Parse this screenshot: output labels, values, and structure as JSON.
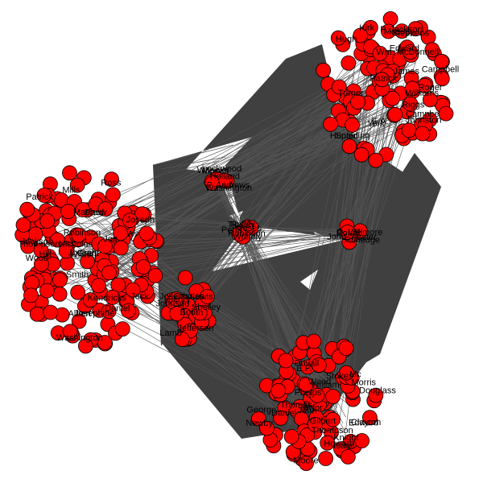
{
  "graph": {
    "edge_color": "#404040",
    "node_fill": "#ff0000",
    "node_stroke": "#000000",
    "background": "#ffffff",
    "clusters": [
      {
        "id": "west",
        "labels": [
          "Joseph",
          "Joseph",
          "Josephine",
          "W.",
          "Matthew",
          "Smith",
          "Jackson",
          "Washington",
          "Kendricks",
          "Wood",
          "Robinson",
          "Daniel",
          "Thompson",
          "Jack",
          "Field",
          "Wilson",
          "Hill",
          "Grant",
          "Patrick",
          "Albert",
          "Nicholas",
          "Joe",
          "Mills",
          "Ross"
        ]
      },
      {
        "id": "north-east",
        "labels": [
          "P. Jackson",
          "Wm. McDonnell",
          "Massey",
          "Edward",
          "E.A.",
          "James",
          "Roger",
          "Patrick",
          "Hugh",
          "Hunter",
          "Riggs",
          "Campbell",
          "Spalding",
          "Turner",
          "Williams",
          "Campbe",
          "York",
          "Kirk",
          "Stephens",
          "Johnston"
        ]
      },
      {
        "id": "south-east",
        "labels": [
          "John",
          "Morris",
          "Edward",
          "Howard",
          "Douglass",
          "Thomas",
          "Daniel",
          "Clayton",
          "Thompson",
          "Isaac",
          "William",
          "Phelps",
          "Stokes",
          "Newby",
          "Wood",
          "Duvall",
          "George",
          "Gilbert",
          "Moore",
          "Taylor",
          "Knight",
          "E.P.",
          "D.",
          "Mc"
        ]
      },
      {
        "id": "hub-north",
        "labels": [
          "P. Andrews",
          "Lockwood",
          "Wheeler",
          "Washington",
          "Moses",
          "Holland"
        ]
      },
      {
        "id": "hub-middle",
        "labels": [
          "Peter",
          "Robinson",
          "Ralph",
          "Moses",
          "Whitely",
          "Tinsley"
        ]
      },
      {
        "id": "hub-east",
        "labels": [
          "J. Foster",
          "D. Willmore",
          "John",
          "Rutledge",
          "Rough"
        ]
      },
      {
        "id": "hub-south",
        "labels": [
          "Jefferson",
          "Charles",
          "Lamb",
          "Joseph",
          "Shelley",
          "Henry",
          "Lewis",
          "Booth",
          "Johnson"
        ]
      }
    ]
  }
}
